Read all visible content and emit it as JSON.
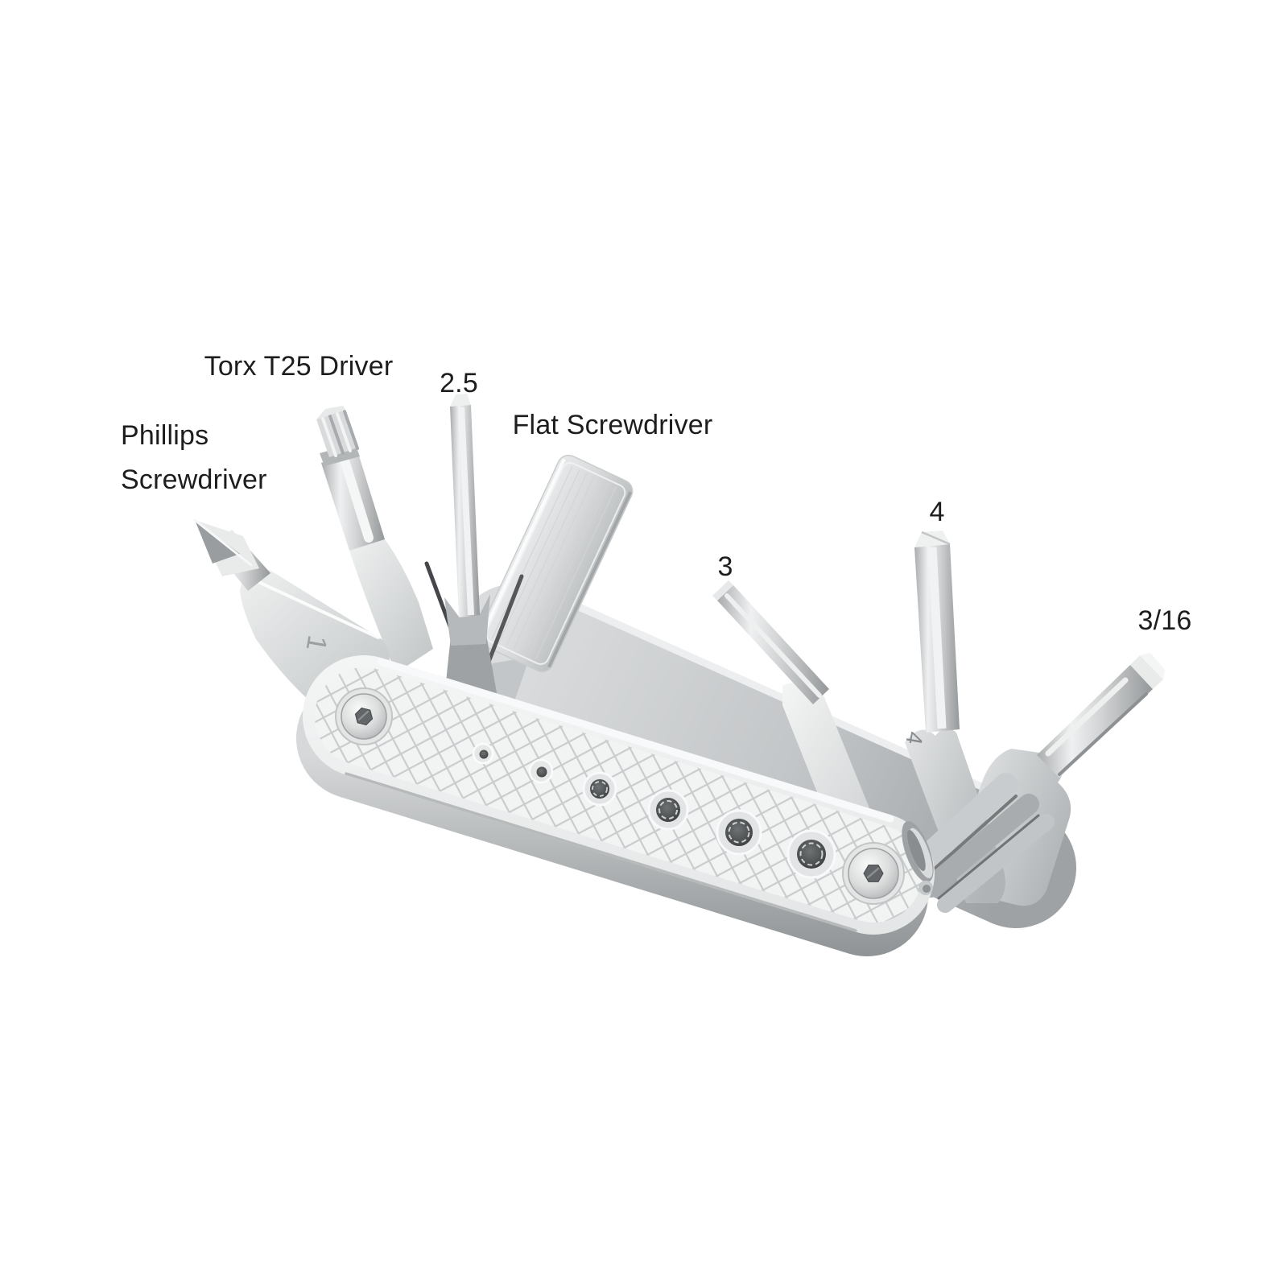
{
  "figure": {
    "subject": "folding pocket multi-tool with fold-out driver bits, shown on white background",
    "background_color": "#ffffff",
    "labels": {
      "phillips": {
        "text": "Phillips\nScrewdriver"
      },
      "torx": {
        "text": "Torx T25 Driver"
      },
      "hex_2_5": {
        "text": "2.5"
      },
      "flat": {
        "text": "Flat Screwdriver"
      },
      "hex_3": {
        "text": "3"
      },
      "hex_4": {
        "text": "4"
      },
      "hex_3_16": {
        "text": "3/16"
      }
    },
    "engravings": {
      "phillips_arm": {
        "text": "1"
      },
      "hex_4_arm": {
        "text": "4"
      }
    },
    "colors": {
      "label_text": "#1d1d1e",
      "metal_highlight": "#f6f7f7",
      "metal_light": "#e9ebeb",
      "metal_mid": "#c7c9ca",
      "metal_dark": "#95989a",
      "knurl_line": "#c9cccd",
      "crevice": "#4a4c4d"
    }
  }
}
